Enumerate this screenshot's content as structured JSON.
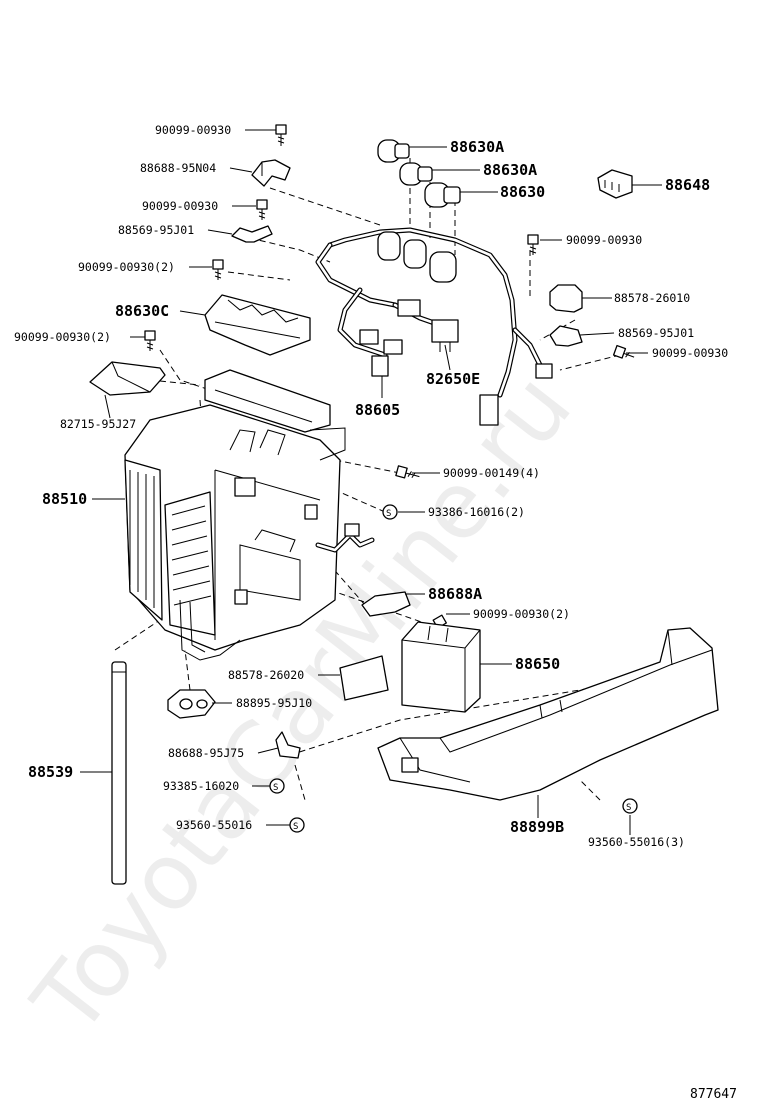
{
  "diagram": {
    "watermark": "ToyotaCarMine.ru",
    "figure_number": "877647",
    "labels": [
      "90099-00930",
      "88688-95N04",
      "90099-00930",
      "88569-95J01",
      "90099-00930(2)",
      "88630C",
      "90099-00930(2)",
      "82715-95J27",
      "88630A",
      "88630A",
      "88630",
      "88648",
      "90099-00930",
      "88578-26010",
      "88569-95J01",
      "90099-00930",
      "82650E",
      "88605",
      "90099-00149(4)",
      "88510",
      "93386-16016(2)",
      "88688A",
      "90099-00930(2)",
      "88650",
      "88578-26020",
      "88895-95J10",
      "88539",
      "88688-95J75",
      "93385-16020",
      "93560-55016",
      "88899B",
      "93560-55016(3)"
    ]
  }
}
